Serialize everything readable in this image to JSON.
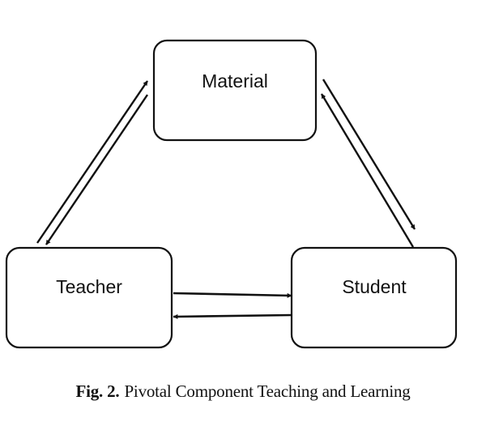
{
  "nodes": {
    "material": {
      "label": "Material"
    },
    "teacher": {
      "label": "Teacher"
    },
    "student": {
      "label": "Student"
    }
  },
  "edges": [
    {
      "from": "teacher",
      "to": "material"
    },
    {
      "from": "material",
      "to": "teacher"
    },
    {
      "from": "material",
      "to": "student"
    },
    {
      "from": "student",
      "to": "material"
    },
    {
      "from": "teacher",
      "to": "student"
    },
    {
      "from": "student",
      "to": "teacher"
    }
  ],
  "caption": {
    "figure_number": "Fig. 2.",
    "text": "Pivotal Component Teaching and Learning"
  }
}
